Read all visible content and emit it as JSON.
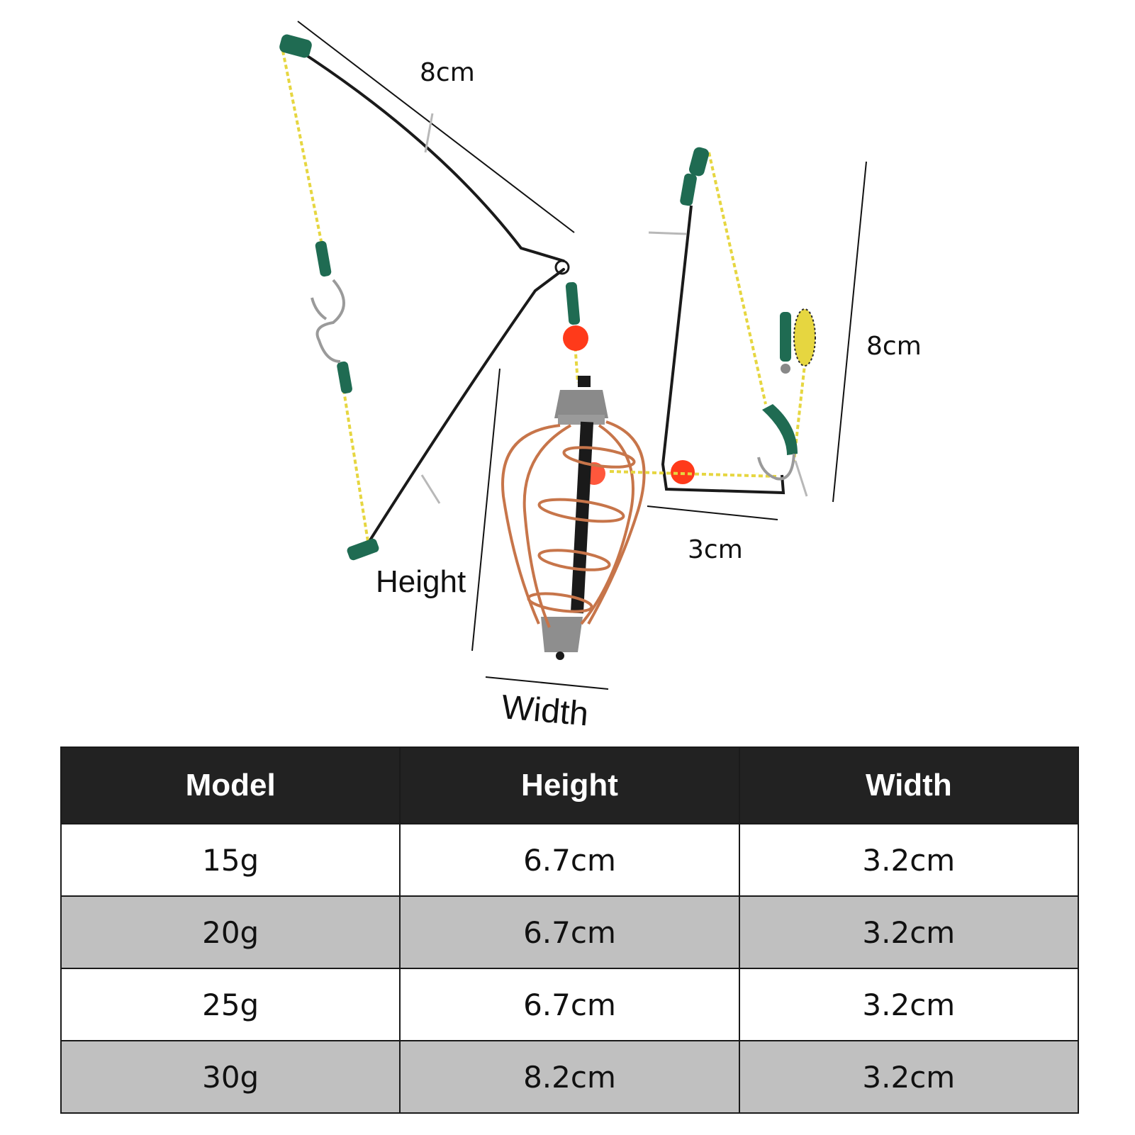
{
  "dimensions": {
    "top_length": "8cm",
    "right_length": "8cm",
    "bottom_width": "3cm",
    "height_label": "Height",
    "width_label": "Width"
  },
  "colors": {
    "header_bg": "#222222",
    "header_text": "#ffffff",
    "row_alt_bg": "#c0c0c0",
    "wire": "#1a1a1a",
    "line_yellow": "#f2e24a",
    "sleeve_green": "#1f6b52",
    "bead_red": "#ff3a1a",
    "cage_copper": "#c7754a",
    "lead_gray": "#8a8a8a"
  },
  "table": {
    "headers": [
      "Model",
      "Height",
      "Width"
    ],
    "rows": [
      [
        "15g",
        "6.7cm",
        "3.2cm"
      ],
      [
        "20g",
        "6.7cm",
        "3.2cm"
      ],
      [
        "25g",
        "6.7cm",
        "3.2cm"
      ],
      [
        "30g",
        "8.2cm",
        "3.2cm"
      ]
    ]
  }
}
